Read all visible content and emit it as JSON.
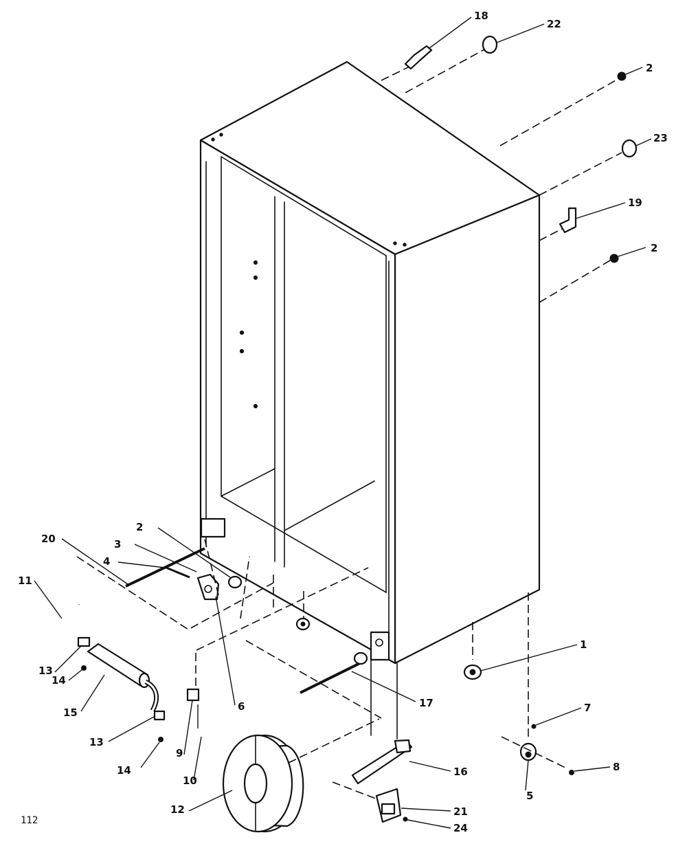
{
  "figure_code": "112",
  "callouts": {
    "c18": "18",
    "c22": "22",
    "c2a": "2",
    "c23": "23",
    "c19": "19",
    "c2b": "2",
    "c2c": "2",
    "c3": "3",
    "c20": "20",
    "c4": "4",
    "c11": "11",
    "c13a": "13",
    "c14a": "14",
    "c15": "15",
    "c13b": "13",
    "c14b": "14",
    "c9": "9",
    "c10": "10",
    "c12": "12",
    "c6": "6",
    "c17": "17",
    "c16": "16",
    "c21": "21",
    "c24": "24",
    "c1": "1",
    "c7": "7",
    "c8": "8",
    "c5": "5"
  }
}
